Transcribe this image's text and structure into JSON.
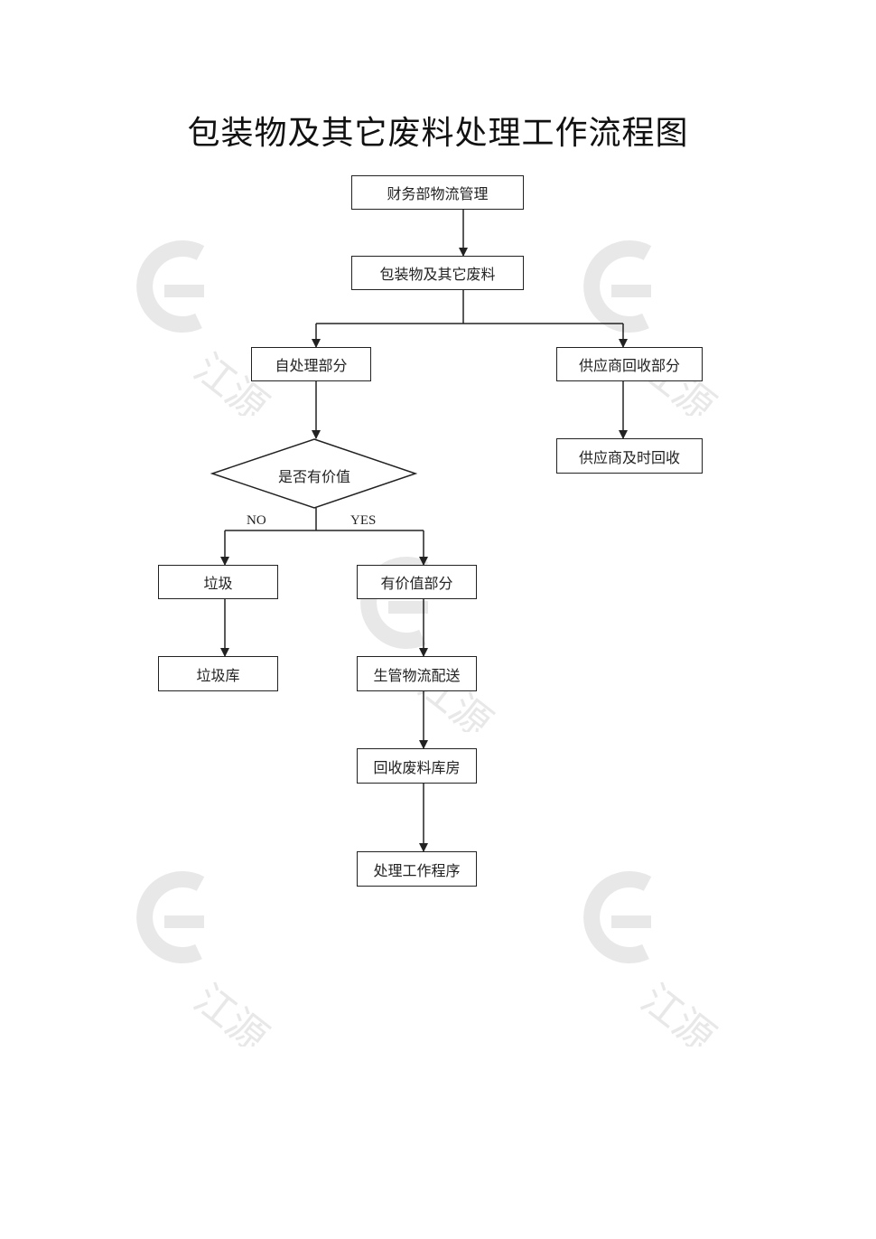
{
  "title": "包装物及其它废料处理工作流程图",
  "nodes": {
    "finance": "财务部物流管理",
    "packaging": "包装物及其它废料",
    "self": "自处理部分",
    "supplier_part": "供应商回收部分",
    "supplier_timely": "供应商及时回收",
    "decision": "是否有价值",
    "garbage": "垃圾",
    "garbage_store": "垃圾库",
    "valuable": "有价值部分",
    "distribution": "生管物流配送",
    "recycle_store": "回收废料库房",
    "procedure": "处理工作程序"
  },
  "branch_labels": {
    "no": "NO",
    "yes": "YES"
  },
  "watermark": {
    "logo": "e-swirl",
    "text": "江源"
  },
  "colors": {
    "line": "#222222",
    "watermark": "#e6e6e6"
  }
}
